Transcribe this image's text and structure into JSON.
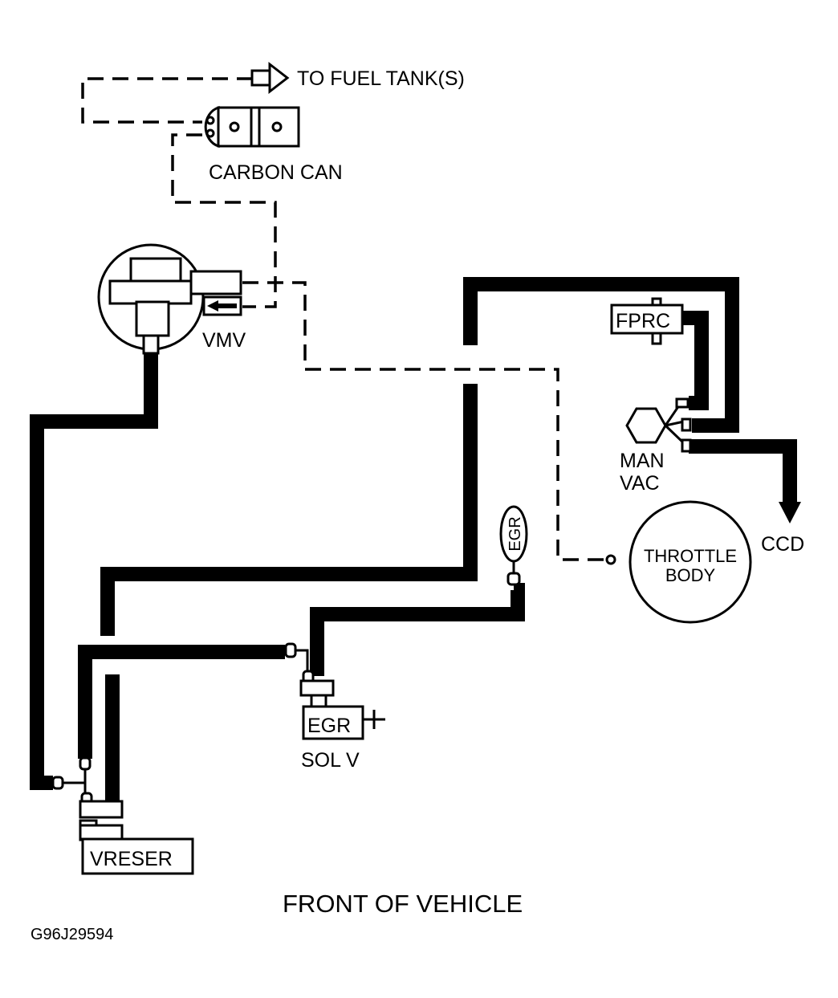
{
  "labels": {
    "fuel_tank": "TO FUEL TANK(S)",
    "carbon_can": "CARBON CAN",
    "vmv": "VMV",
    "fprc": "FPRC",
    "man_vac_1": "MAN",
    "man_vac_2": "VAC",
    "ccd": "CCD",
    "throttle_1": "THROTTLE",
    "throttle_2": "BODY",
    "egr_valve": "EGR",
    "egr_sol": "EGR",
    "sol_v": "SOL V",
    "vreser": "VRESER",
    "front": "FRONT OF VEHICLE",
    "figure_id": "G96J29594"
  },
  "colors": {
    "line": "#000000",
    "background": "#ffffff"
  }
}
